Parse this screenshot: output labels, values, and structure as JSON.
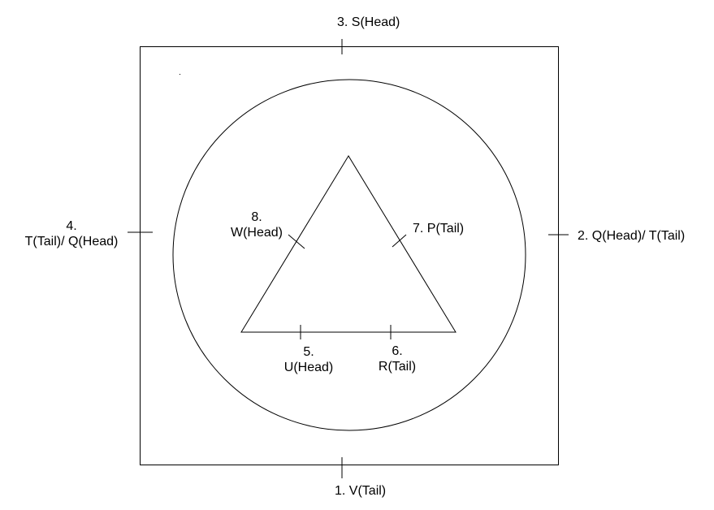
{
  "labels": {
    "top": {
      "text": "3. S(Head)"
    },
    "right": {
      "text": "2. Q(Head)/ T(Tail)"
    },
    "bottom": {
      "text": "1. V(Tail)"
    },
    "left": {
      "line1": "4.",
      "line2": "T(Tail)/ Q(Head)"
    },
    "tri_left": {
      "line1": "8.",
      "line2": "W(Head)"
    },
    "tri_right": {
      "text": "7. P(Tail)"
    },
    "tri_base_left": {
      "line1": "5.",
      "line2": "U(Head)"
    },
    "tri_base_right": {
      "line1": "6.",
      "line2": "R(Tail)"
    }
  },
  "colors": {
    "stroke": "#000000",
    "background": "#ffffff"
  }
}
